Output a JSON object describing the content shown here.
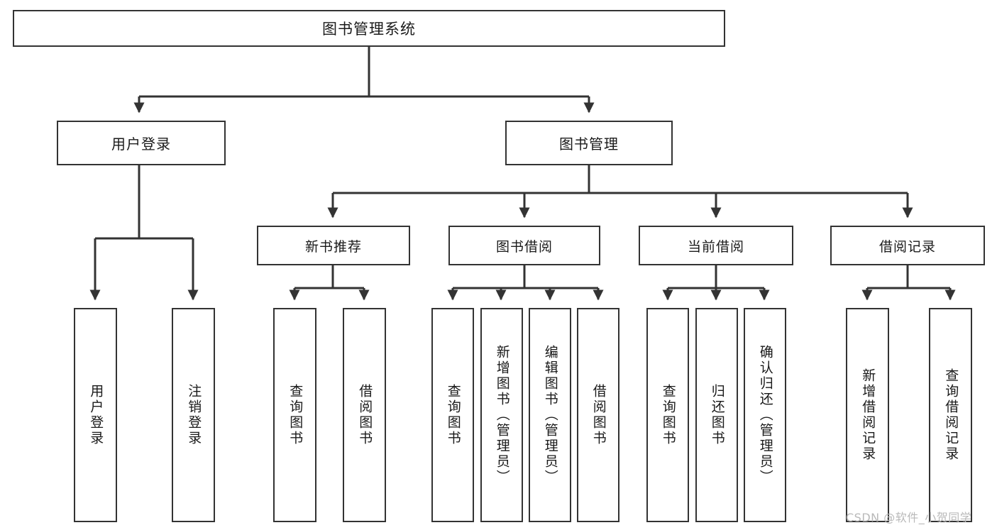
{
  "diagram": {
    "type": "tree",
    "title": "图书管理系统",
    "watermark": "CSDN @软件_小贺同学",
    "colors": {
      "stroke": "#333333",
      "fill": "#ffffff",
      "text": "#1a1a1a",
      "watermark": "#b9b9b9"
    },
    "root": {
      "label": "图书管理系统"
    },
    "level2": [
      {
        "label": "用户登录"
      },
      {
        "label": "图书管理"
      }
    ],
    "level3": [
      {
        "label": "新书推荐"
      },
      {
        "label": "图书借阅"
      },
      {
        "label": "当前借阅"
      },
      {
        "label": "借阅记录"
      }
    ],
    "leaves": {
      "user_login": [
        {
          "label": "用户登录"
        },
        {
          "label": "注销登录"
        }
      ],
      "new_book_recommend": [
        {
          "label": "查询图书"
        },
        {
          "label": "借阅图书"
        }
      ],
      "book_borrow": [
        {
          "label": "查询图书"
        },
        {
          "label": "新增图书（管理员）"
        },
        {
          "label": "编辑图书（管理员）"
        },
        {
          "label": "借阅图书"
        }
      ],
      "current_borrow": [
        {
          "label": "查询图书"
        },
        {
          "label": "归还图书"
        },
        {
          "label": "确认归还（管理员）"
        }
      ],
      "borrow_record": [
        {
          "label": "新增借阅记录"
        },
        {
          "label": "查询借阅记录"
        }
      ]
    }
  }
}
